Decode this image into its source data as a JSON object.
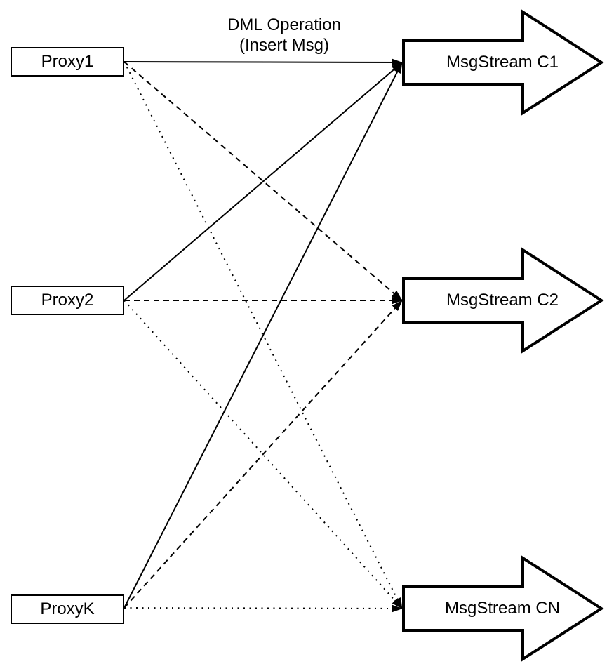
{
  "colors": {
    "ink": "#000000",
    "background": "#ffffff"
  },
  "annotation": {
    "line1": "DML Operation",
    "line2": "(Insert Msg)"
  },
  "proxies": [
    {
      "id": "proxy1",
      "label": "Proxy1"
    },
    {
      "id": "proxy2",
      "label": "Proxy2"
    },
    {
      "id": "proxyk",
      "label": "ProxyK"
    }
  ],
  "streams": [
    {
      "id": "c1",
      "label": "MsgStream C1"
    },
    {
      "id": "c2",
      "label": "MsgStream C2"
    },
    {
      "id": "cn",
      "label": "MsgStream CN"
    }
  ],
  "edges": [
    {
      "from": "proxy1",
      "to": "c1",
      "style": "solid"
    },
    {
      "from": "proxy1",
      "to": "c2",
      "style": "dashed"
    },
    {
      "from": "proxy1",
      "to": "cn",
      "style": "dotted"
    },
    {
      "from": "proxy2",
      "to": "c1",
      "style": "solid"
    },
    {
      "from": "proxy2",
      "to": "c2",
      "style": "dashed"
    },
    {
      "from": "proxy2",
      "to": "cn",
      "style": "dotted"
    },
    {
      "from": "proxyk",
      "to": "c1",
      "style": "solid"
    },
    {
      "from": "proxyk",
      "to": "c2",
      "style": "dashed"
    },
    {
      "from": "proxyk",
      "to": "cn",
      "style": "dotted"
    }
  ]
}
